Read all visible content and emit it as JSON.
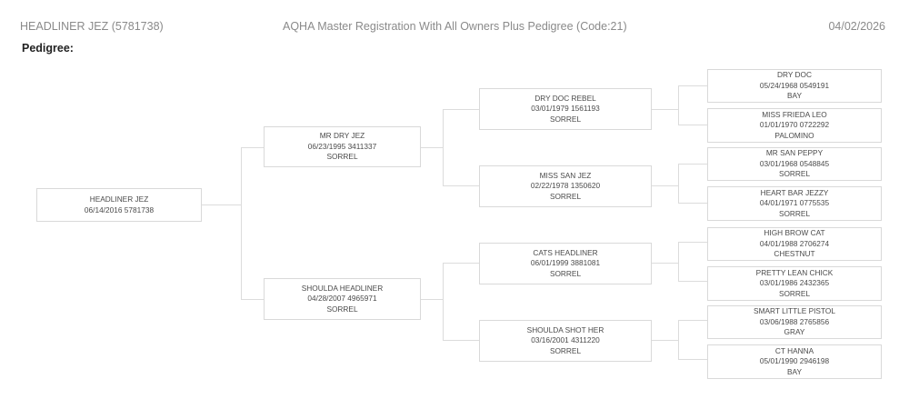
{
  "header": {
    "left": "HEADLINER JEZ (5781738)",
    "center": "AQHA Master Registration With All Owners Plus Pedigree (Code:21)",
    "right": "04/02/2026"
  },
  "section_title": "Pedigree:",
  "pedigree": {
    "subject": {
      "name": "HEADLINER JEZ",
      "info": "06/14/2016 5781738",
      "color": ""
    },
    "sire": {
      "name": "MR DRY JEZ",
      "info": "06/23/1995 3411337",
      "color": "SORREL"
    },
    "dam": {
      "name": "SHOULDA HEADLINER",
      "info": "04/28/2007 4965971",
      "color": "SORREL"
    },
    "sire_sire": {
      "name": "DRY DOC REBEL",
      "info": "03/01/1979 1561193",
      "color": "SORREL"
    },
    "sire_dam": {
      "name": "MISS SAN JEZ",
      "info": "02/22/1978 1350620",
      "color": "SORREL"
    },
    "dam_sire": {
      "name": "CATS HEADLINER",
      "info": "06/01/1999 3881081",
      "color": "SORREL"
    },
    "dam_dam": {
      "name": "SHOULDA SHOT HER",
      "info": "03/16/2001 4311220",
      "color": "SORREL"
    },
    "gen3": [
      {
        "name": "DRY DOC",
        "info": "05/24/1968 0549191",
        "color": "BAY"
      },
      {
        "name": "MISS FRIEDA LEO",
        "info": "01/01/1970 0722292",
        "color": "PALOMINO"
      },
      {
        "name": "MR SAN PEPPY",
        "info": "03/01/1968 0548845",
        "color": "SORREL"
      },
      {
        "name": "HEART BAR JEZZY",
        "info": "04/01/1971 0775535",
        "color": "SORREL"
      },
      {
        "name": "HIGH BROW CAT",
        "info": "04/01/1988 2706274",
        "color": "CHESTNUT"
      },
      {
        "name": "PRETTY LEAN CHICK",
        "info": "03/01/1986 2432365",
        "color": "SORREL"
      },
      {
        "name": "SMART LITTLE PISTOL",
        "info": "03/06/1988 2765856",
        "color": "GRAY"
      },
      {
        "name": "CT HANNA",
        "info": "05/01/1990 2946198",
        "color": "BAY"
      }
    ]
  }
}
